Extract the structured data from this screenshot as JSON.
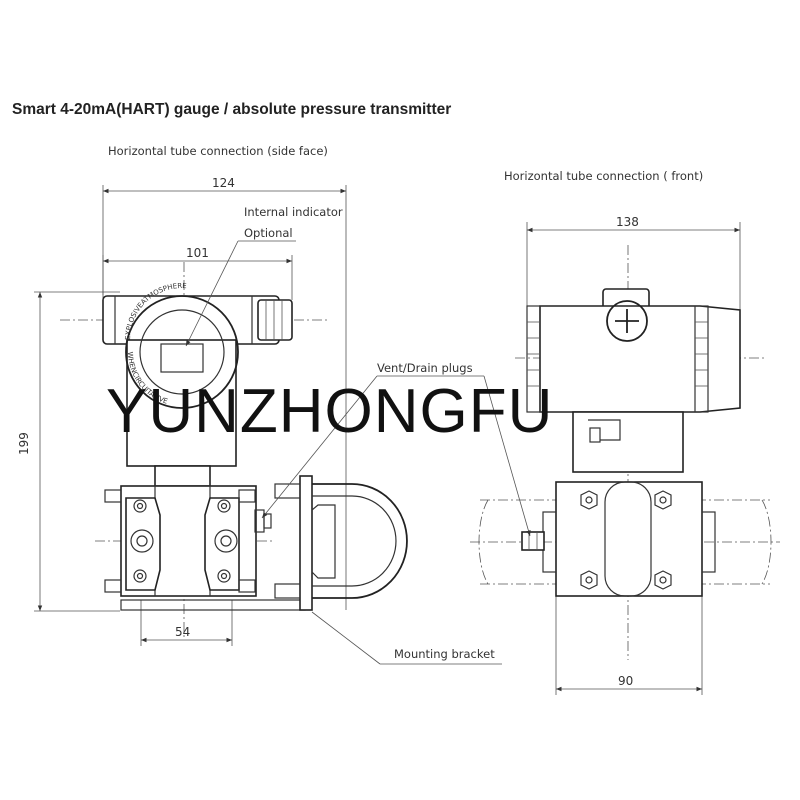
{
  "title": "Smart 4-20mA(HART) gauge / absolute pressure transmitter",
  "labels": {
    "side_view": "Horizontal tube connection (side face)",
    "front_view": "Horizontal tube connection ( front)",
    "internal_indicator": "Internal indicator",
    "optional": "Optional",
    "vent_drain": "Vent/Drain plugs",
    "mounting_bracket": "Mounting bracket"
  },
  "dimensions": {
    "side_overall_width": "124",
    "side_housing_width": "101",
    "side_height": "199",
    "side_flange_width": "54",
    "front_width": "138",
    "front_base_width": "90"
  },
  "stamp_text": {
    "ring_top": "EXPLOSIVEATMOSPHERE",
    "ring_bottom": "WHENCIRCUITALIVE"
  },
  "watermark": "YUNZHONGFU",
  "colors": {
    "line": "#333333",
    "text": "#333333",
    "watermark": "#111111"
  }
}
